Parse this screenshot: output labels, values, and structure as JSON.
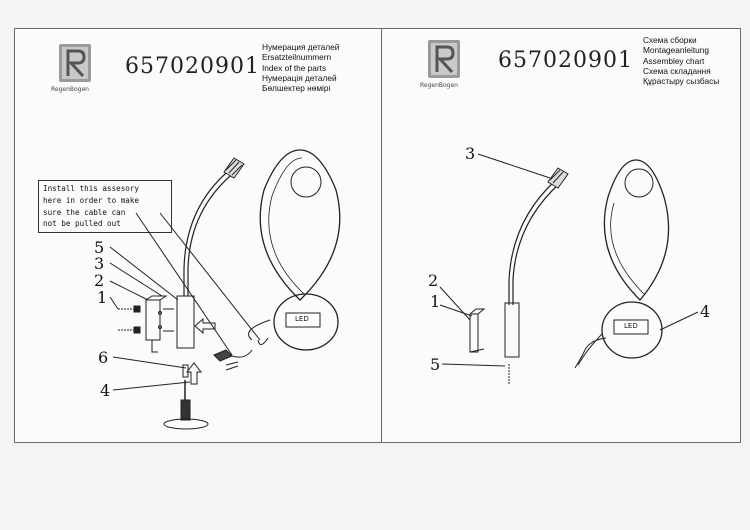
{
  "left_page": {
    "brand": "RegenBogen",
    "article_number": "657020901",
    "title_lines": [
      "Нумерация деталей",
      "Ersatzteilnummern",
      "Index of the parts",
      "Нумерація деталей",
      "Бөлшектер нөмірі"
    ],
    "note_lines": [
      "Install this assesory",
      "here in order to make",
      "sure the cable can",
      "not be pulled out"
    ],
    "callouts": [
      "5",
      "3",
      "2",
      "1",
      "6",
      "4"
    ],
    "led_label": "LED"
  },
  "right_page": {
    "brand": "RegenBogen",
    "article_number": "657020901",
    "title_lines": [
      "Схема сборки",
      "Montageanleitung",
      "Assembley chart",
      "Схема складання",
      "Құрастыру сызбасы"
    ],
    "callouts": [
      "3",
      "2",
      "1",
      "5",
      "4"
    ],
    "led_label": "LED"
  },
  "colors": {
    "line": "#222222",
    "logo_fill": "#8c8c8c",
    "paper": "#fbfbfa"
  }
}
